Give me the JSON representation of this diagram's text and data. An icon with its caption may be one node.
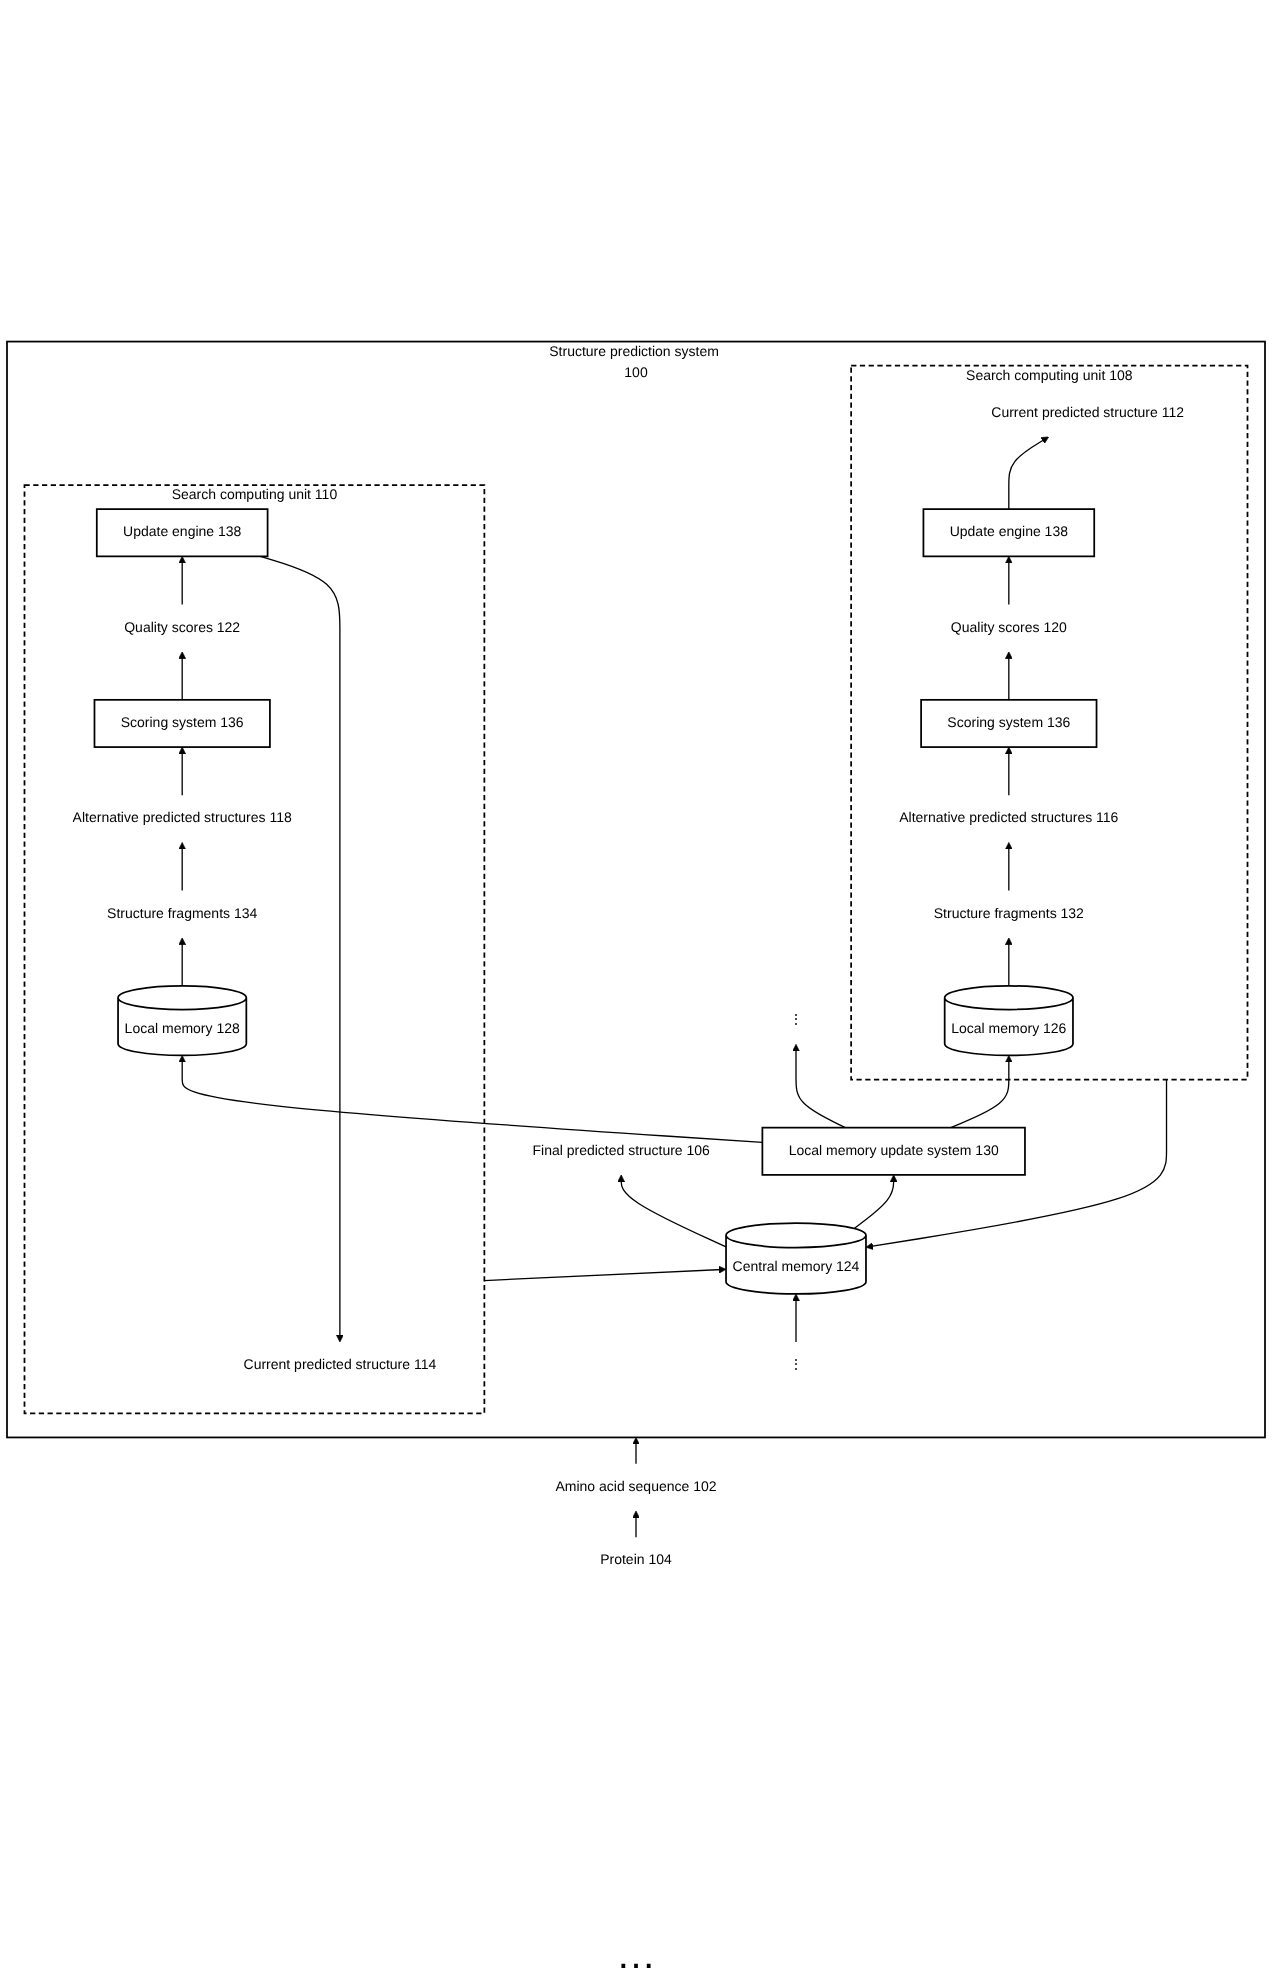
{
  "diagram": {
    "nodes": [
      {
        "text": [
          "Structure prediction system 100"
        ]
      },
      {
        "text": [
          "Local memory update system 130"
        ],
        "in": 0
      },
      {
        "text": [
          "Central memory 124"
        ],
        "in": 0
      },
      {
        "text": [
          "Final predicted structure 106"
        ],
        "in": 0
      },
      {
        "text": [
          "Search computing unit 108"
        ],
        "in": 0
      },
      {
        "text": [
          "Current predicted structure 112"
        ],
        "in": 4
      },
      {
        "text": [
          "Update engine 138"
        ],
        "in": 4
      },
      {
        "text": [
          "Quality scores 120"
        ],
        "in": 4
      },
      {
        "text": [
          "Scoring system 136"
        ],
        "in": 4
      },
      {
        "text": [
          "Alternative predicted structures 116"
        ],
        "in": 4
      },
      {
        "text": [
          "Structure fragments 132"
        ],
        "in": 4
      },
      {
        "text": [
          "Local memory 126"
        ],
        "in": 4
      },
      {
        "text": [
          "Search computing unit 110"
        ],
        "in": 0
      },
      {
        "text": [
          "Current predicted structure 114"
        ],
        "in": 12
      },
      {
        "text": [
          "Update engine 138"
        ],
        "in": 12
      },
      {
        "text": [
          "Quality scores 122"
        ],
        "in": 12
      },
      {
        "text": [
          "Scoring system 136"
        ],
        "in": 12
      },
      {
        "text": [
          "Alternative predicted structures 118"
        ],
        "in": 12
      },
      {
        "text": [
          "Structure fragments 134"
        ],
        "in": 12
      },
      {
        "text": [
          "Local memory 128"
        ],
        "in": 12
      },
      {
        "text": [
          "Amino acid sequence 102"
        ]
      },
      {
        "text": [
          "Protein 104"
        ]
      },
      {
        "text": [
          "⋮"
        ],
        "in": 0
      },
      {
        "text": [
          "⋮"
        ],
        "in": 0
      }
    ],
    "edges": [
      {
        "from": 2,
        "to": 1,
        "arrow": "to"
      },
      {
        "from": 2,
        "to": 3,
        "arrow": "to"
      },
      {
        "from": 4,
        "to": 2,
        "arrow": "to"
      },
      {
        "from": 22,
        "to": 2,
        "arrow": "to"
      },
      {
        "from": 12,
        "to": 2,
        "arrow": "to"
      },
      {
        "from": 6,
        "to": 5,
        "arrow": "to"
      },
      {
        "from": 7,
        "to": 6,
        "arrow": "to"
      },
      {
        "from": 8,
        "to": 7,
        "arrow": "to"
      },
      {
        "from": 9,
        "to": 8,
        "arrow": "to"
      },
      {
        "from": 10,
        "to": 9,
        "arrow": "to"
      },
      {
        "from": 11,
        "to": 10,
        "arrow": "to"
      },
      {
        "from": 14,
        "to": 13,
        "arrow": "to"
      },
      {
        "from": 15,
        "to": 14,
        "arrow": "to"
      },
      {
        "from": 16,
        "to": 15,
        "arrow": "to"
      },
      {
        "from": 17,
        "to": 16,
        "arrow": "to"
      },
      {
        "from": 18,
        "to": 17,
        "arrow": "to"
      },
      {
        "from": 19,
        "to": 18,
        "arrow": "to"
      },
      {
        "from": 1,
        "to": 11,
        "arrow": "to"
      },
      {
        "from": 1,
        "to": 23,
        "arrow": "to"
      },
      {
        "from": 1,
        "to": 19,
        "arrow": "to"
      },
      {
        "from": 20,
        "to": 0,
        "arrow": "to"
      },
      {
        "from": 21,
        "to": 20,
        "arrow": "to"
      }
    ],
    "labels": [
      "…"
    ]
  }
}
